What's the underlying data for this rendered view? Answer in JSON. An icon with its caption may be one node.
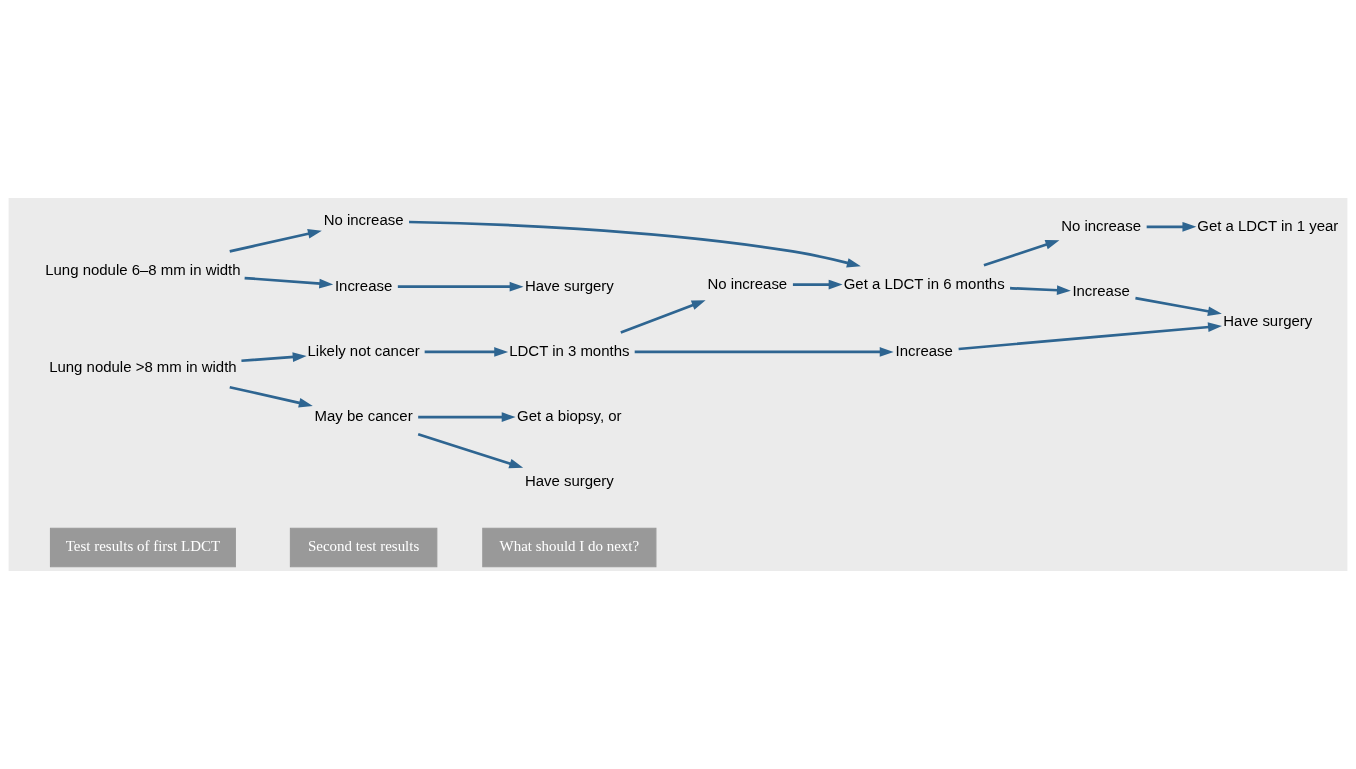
{
  "diagram": {
    "nodes": [
      {
        "text": [
          "Lung nodule 6–8 mm in width"
        ]
      },
      {
        "text": [
          "No increase"
        ]
      },
      {
        "text": [
          "Increase"
        ]
      },
      {
        "text": [
          "Have surgery"
        ]
      },
      {
        "text": [
          "Get a LDCT in 6 months"
        ]
      },
      {
        "text": [
          "No increase"
        ]
      },
      {
        "text": [
          "Increase"
        ]
      },
      {
        "text": [
          "Get a LDCT in 1 year"
        ]
      },
      {
        "text": [
          "Lung nodule >8 mm in width"
        ]
      },
      {
        "text": [
          "Likely not cancer"
        ]
      },
      {
        "text": [
          "May be cancer"
        ]
      },
      {
        "text": [
          "LDCT in 3 months"
        ]
      },
      {
        "text": [
          "No increase"
        ]
      },
      {
        "text": [
          "Increase"
        ]
      },
      {
        "text": [
          "Have surgery"
        ]
      },
      {
        "text": [
          "Get a biopsy, or"
        ]
      },
      {
        "text": [
          "Have surgery"
        ]
      }
    ],
    "edges": [
      {
        "from": 0,
        "to": 1,
        "arrow": "to"
      },
      {
        "from": 0,
        "to": 2,
        "arrow": "to"
      },
      {
        "from": 1,
        "to": 4,
        "arrow": "to"
      },
      {
        "from": 2,
        "to": 3,
        "arrow": "to"
      },
      {
        "from": 4,
        "to": 5,
        "arrow": "to"
      },
      {
        "from": 4,
        "to": 6,
        "arrow": "to"
      },
      {
        "from": 5,
        "to": 7,
        "arrow": "to"
      },
      {
        "from": 6,
        "to": 14,
        "arrow": "to"
      },
      {
        "from": 8,
        "to": 9,
        "arrow": "to"
      },
      {
        "from": 8,
        "to": 10,
        "arrow": "to"
      },
      {
        "from": 9,
        "to": 11,
        "arrow": "to"
      },
      {
        "from": 10,
        "to": 15,
        "arrow": "to"
      },
      {
        "from": 10,
        "to": 16,
        "arrow": "to"
      },
      {
        "from": 11,
        "to": 12,
        "arrow": "to"
      },
      {
        "from": 11,
        "to": 13,
        "arrow": "to"
      },
      {
        "from": 12,
        "to": 4,
        "arrow": "to"
      },
      {
        "from": 13,
        "to": 14,
        "arrow": "to"
      }
    ],
    "labels": [
      "Test results of first LDCT",
      "Second test results",
      "What should I do next?"
    ]
  }
}
